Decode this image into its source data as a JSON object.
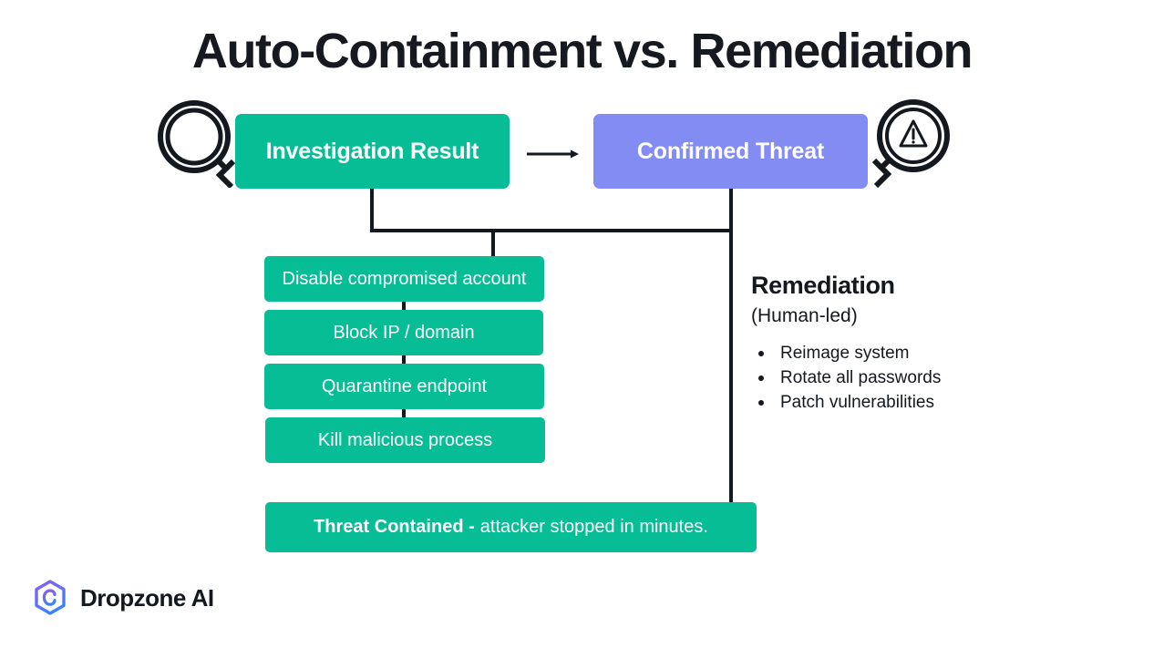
{
  "page": {
    "title": "Auto-Containment vs. Remediation",
    "background": "#ffffff",
    "accent_teal": "#06bd95",
    "accent_purple": "#838cf2",
    "ink": "#14181f"
  },
  "flow": {
    "head_nodes": [
      {
        "id": "investigation",
        "label": "Investigation Result",
        "color": "#06bd95",
        "icon": "magnifier-icon"
      },
      {
        "id": "threat",
        "label": "Confirmed Threat",
        "color": "#838cf2",
        "icon": "magnifier-warning-icon"
      }
    ],
    "link_arrow": "arrow-right-icon",
    "actions": [
      {
        "label": "Disable compromised account"
      },
      {
        "label": "Block IP / domain"
      },
      {
        "label": "Quarantine endpoint"
      },
      {
        "label": "Kill malicious process"
      }
    ],
    "outcome": {
      "strong": "Threat Contained -",
      "rest": "attacker stopped in minutes."
    }
  },
  "remediation": {
    "title": "Remediation",
    "subtitle": "(Human-led)",
    "items": [
      "Reimage system",
      "Rotate all passwords",
      "Patch vulnerabilities"
    ]
  },
  "brand": {
    "name": "Dropzone AI",
    "logo_icon": "dropzone-hexagon-logo",
    "gradient_start": "#8b5cf6",
    "gradient_end": "#3b82f6"
  }
}
